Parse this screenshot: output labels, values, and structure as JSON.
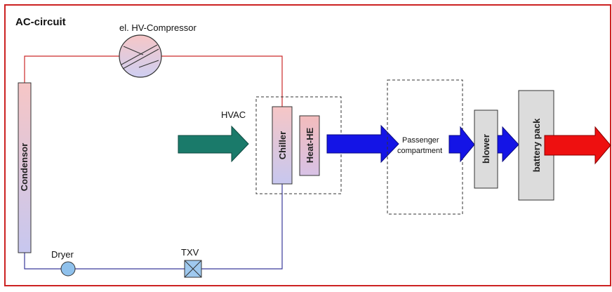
{
  "title": "AC-circuit",
  "labels": {
    "compressor": "el. HV-Compressor",
    "hvac": "HVAC",
    "condensor": "Condensor",
    "chiller": "Chiller",
    "heat_he": "Heat-HE",
    "passenger_line1": "Passenger",
    "passenger_line2": "compartment",
    "blower": "blower",
    "battery_pack": "battery pack",
    "dryer": "Dryer",
    "txv": "TXV"
  },
  "colors": {
    "frame": "#cc2222",
    "hot_line": "#cc2a2a",
    "cold_line": "#3a3a9a",
    "hvac_arrow": "#1a7a6a",
    "air_arrow": "#1414e6",
    "exhaust_arrow": "#ee1010",
    "component_fill_top": "#f2c4c4",
    "component_fill_bottom": "#c8c8ee",
    "box_fill": "#dcdcdc",
    "dryer_fill": "#8fc1ec",
    "txv_fill": "#9fc9ef"
  }
}
